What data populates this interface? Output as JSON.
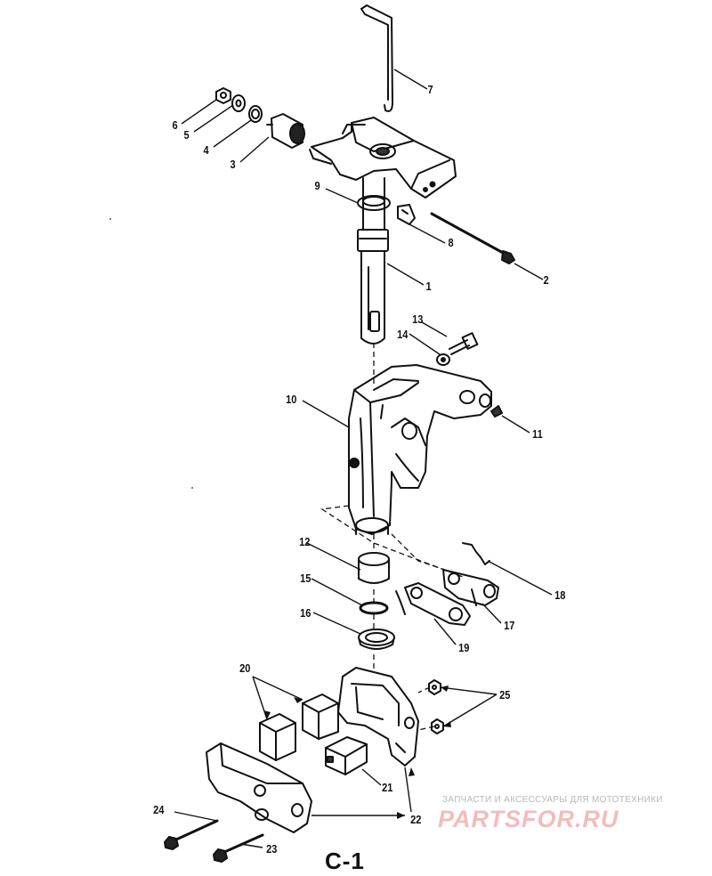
{
  "diagram": {
    "title": "C-1",
    "part_labels": [
      "1",
      "2",
      "3",
      "4",
      "5",
      "6",
      "7",
      "8",
      "9",
      "10",
      "11",
      "12",
      "13",
      "14",
      "15",
      "16",
      "17",
      "18",
      "19",
      "20",
      "21",
      "22",
      "23",
      "24",
      "25"
    ]
  },
  "watermark": {
    "caption": "ЗАПЧАСТИ И АКСЕССУАРЫ ДЛЯ МОТОТЕХНИКИ",
    "logo": "PARTSFOR.RU"
  },
  "colors": {
    "ink": "#111111",
    "watermark_caption": "#b8b8b8",
    "watermark_logo": "#f2bcbc"
  }
}
